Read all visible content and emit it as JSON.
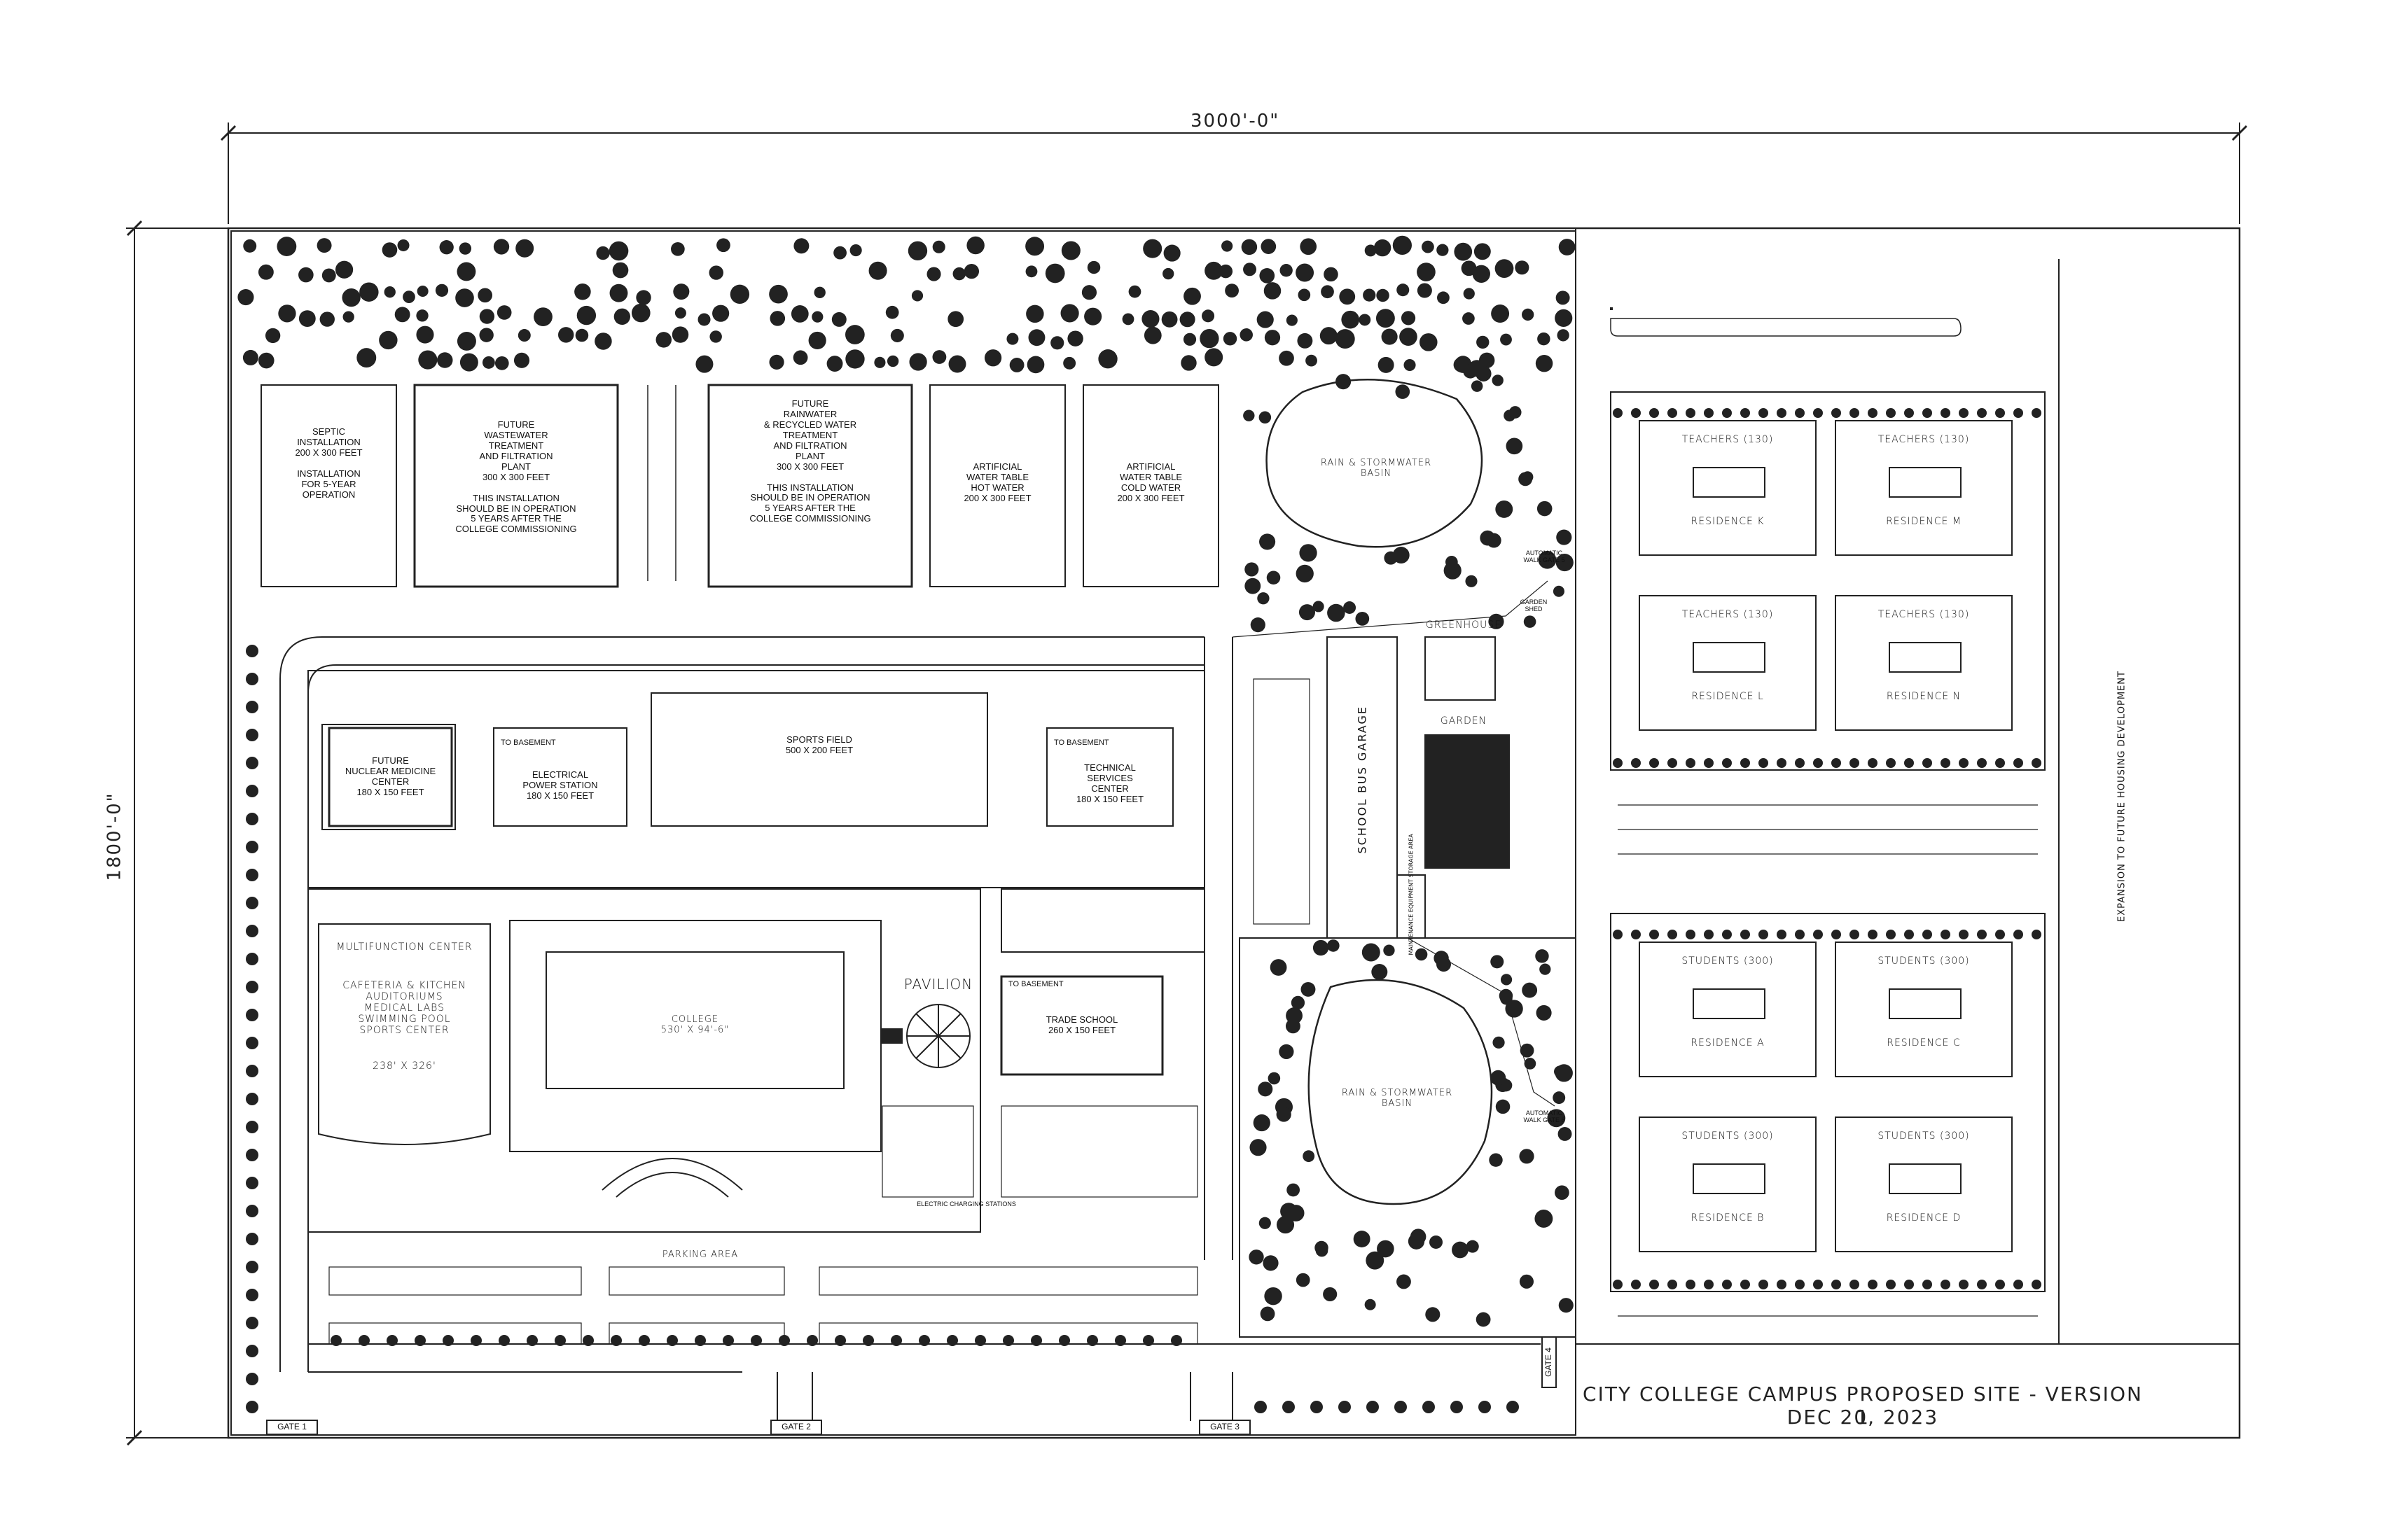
{
  "dimensions": {
    "width_label": "3000'-0\"",
    "height_label": "1800'-0\""
  },
  "title": {
    "line1": "CITY COLLEGE CAMPUS PROPOSED SITE - VERSION 1",
    "line2": "DEC 20, 2023"
  },
  "gates": {
    "gate1": "GATE 1",
    "gate2": "GATE 2",
    "gate3": "GATE 3",
    "gate4": "GATE 4"
  },
  "buildings": {
    "septic": "SEPTIC\nINSTALLATION\n200 X 300 FEET\n\nINSTALLATION\nFOR 5-YEAR\nOPERATION",
    "wastewater": "FUTURE\nWASTEWATER\nTREATMENT\nAND FILTRATION\nPLANT\n300 X 300 FEET\n\nTHIS INSTALLATION\nSHOULD BE IN OPERATION\n5 YEARS AFTER THE\nCOLLEGE COMMISSIONING",
    "rainwater": "FUTURE\nRAINWATER\n& RECYCLED WATER\nTREATMENT\nAND FILTRATION\nPLANT\n300 X 300 FEET\n\nTHIS INSTALLATION\nSHOULD BE IN OPERATION\n5 YEARS AFTER THE\nCOLLEGE COMMISSIONING",
    "hot_water": "ARTIFICIAL\nWATER TABLE\nHOT WATER\n200 X 300 FEET",
    "cold_water": "ARTIFICIAL\nWATER TABLE\nCOLD WATER\n200 X 300 FEET",
    "nuclear": "FUTURE\nNUCLEAR MEDICINE\nCENTER\n180 X 150 FEET",
    "electrical": "ELECTRICAL\nPOWER STATION\n180 X 150 FEET",
    "sports_field": "SPORTS FIELD\n500 X 200 FEET",
    "technical": "TECHNICAL\nSERVICES\nCENTER\n180 X 150 FEET",
    "multifunction_title": "MULTIFUNCTION CENTER",
    "multifunction_body": "CAFETERIA & KITCHEN\nAUDITORIUMS\nMEDICAL LABS\nSWIMMING POOL\nSPORTS CENTER",
    "multifunction_size": "238' X 326'",
    "college": "COLLEGE\n530' X 94'-6\"",
    "pavilion": "PAVILION",
    "trade_school": "TRADE SCHOOL\n260 X 150 FEET",
    "to_basement": "TO BASEMENT",
    "parking_area": "PARKING AREA",
    "ev_charging": "ELECTRIC CHARGING STATIONS",
    "school_bus_garage": "SCHOOL BUS GARAGE",
    "greenhouse": "GREENHOUSE",
    "garden": "GARDEN",
    "maintenance": "MAINTENANCE EQUIPMENT STORAGE AREA",
    "garden_shed": "GARDEN SHED",
    "basin": "RAIN & STORMWATER\nBASIN",
    "auto_gate_5": "AUTOMATIC\nWALK GATE 5",
    "auto_gate_6": "AUTOMATIC\nWALK GATE 6",
    "expansion": "EXPANSION TO FUTURE HOUSING DEVELOPMENT"
  },
  "residences": [
    {
      "cap": "TEACHERS (130)",
      "name": "RESIDENCE K"
    },
    {
      "cap": "TEACHERS (130)",
      "name": "RESIDENCE M"
    },
    {
      "cap": "TEACHERS (130)",
      "name": "RESIDENCE L"
    },
    {
      "cap": "TEACHERS (130)",
      "name": "RESIDENCE N"
    },
    {
      "cap": "STUDENTS (300)",
      "name": "RESIDENCE A"
    },
    {
      "cap": "STUDENTS (300)",
      "name": "RESIDENCE C"
    },
    {
      "cap": "STUDENTS (300)",
      "name": "RESIDENCE B"
    },
    {
      "cap": "STUDENTS (300)",
      "name": "RESIDENCE D"
    }
  ]
}
